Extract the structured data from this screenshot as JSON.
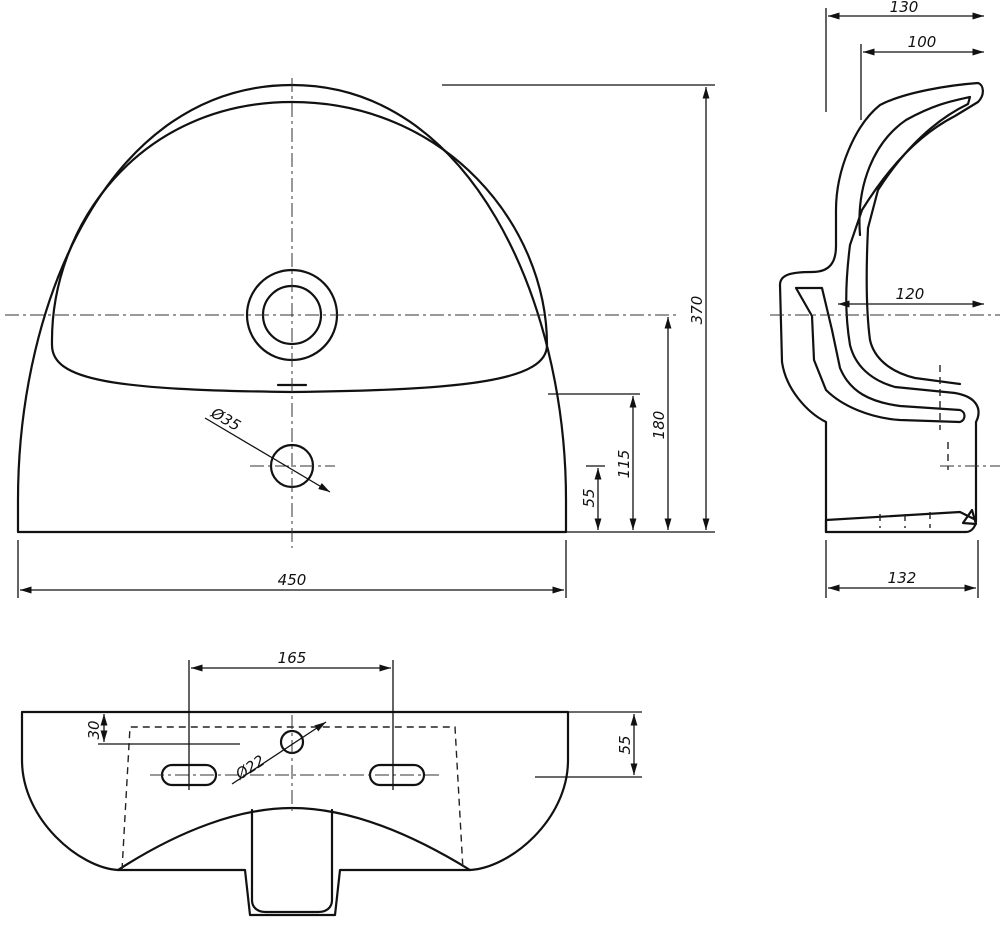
{
  "dimensions": {
    "width_total": "450",
    "height_total": "370",
    "height_center": "180",
    "height_hole": "115",
    "height_outlet": "55",
    "hole_dia": "Ø35",
    "depth_top": "130",
    "depth_inner": "100",
    "depth_mid": "120",
    "depth_base": "132",
    "fix_spacing": "165",
    "rim_offset": "30",
    "tap_dia": "Ø22",
    "rim_height": "55"
  },
  "colors": {
    "line": "#111111",
    "background": "#ffffff"
  }
}
